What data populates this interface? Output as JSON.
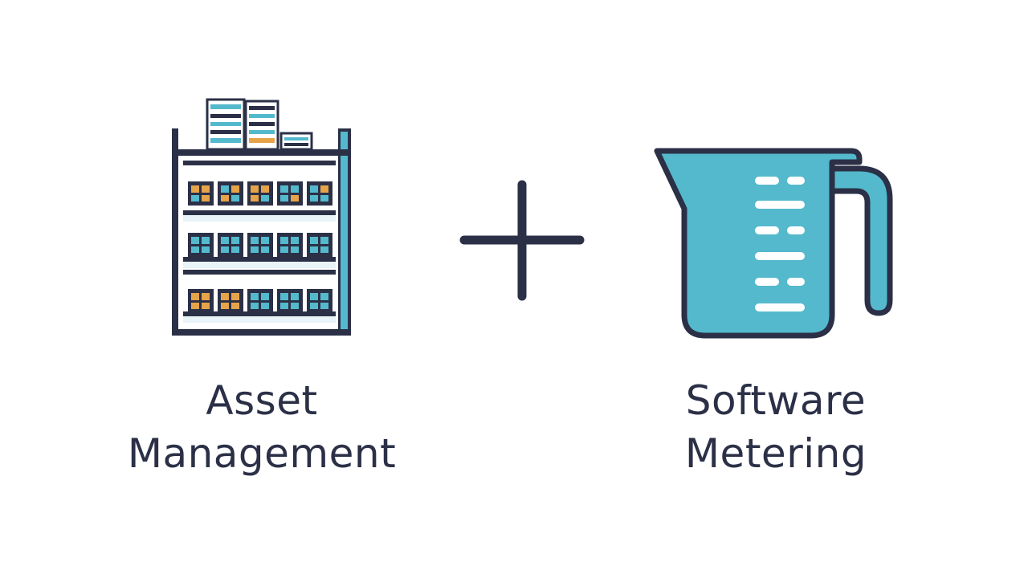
{
  "left_item": {
    "caption_line1": "Asset",
    "caption_line2": "Management",
    "icon": "server-shelf-icon"
  },
  "right_item": {
    "caption_line1": "Software",
    "caption_line2": "Metering",
    "icon": "measuring-jug-icon"
  },
  "operator": {
    "icon": "plus-icon"
  },
  "colors": {
    "outline": "#2b3047",
    "teal": "#54b9cc",
    "light_teal": "#e8f4f7",
    "orange": "#e5a44a",
    "background": "#ffffff"
  }
}
